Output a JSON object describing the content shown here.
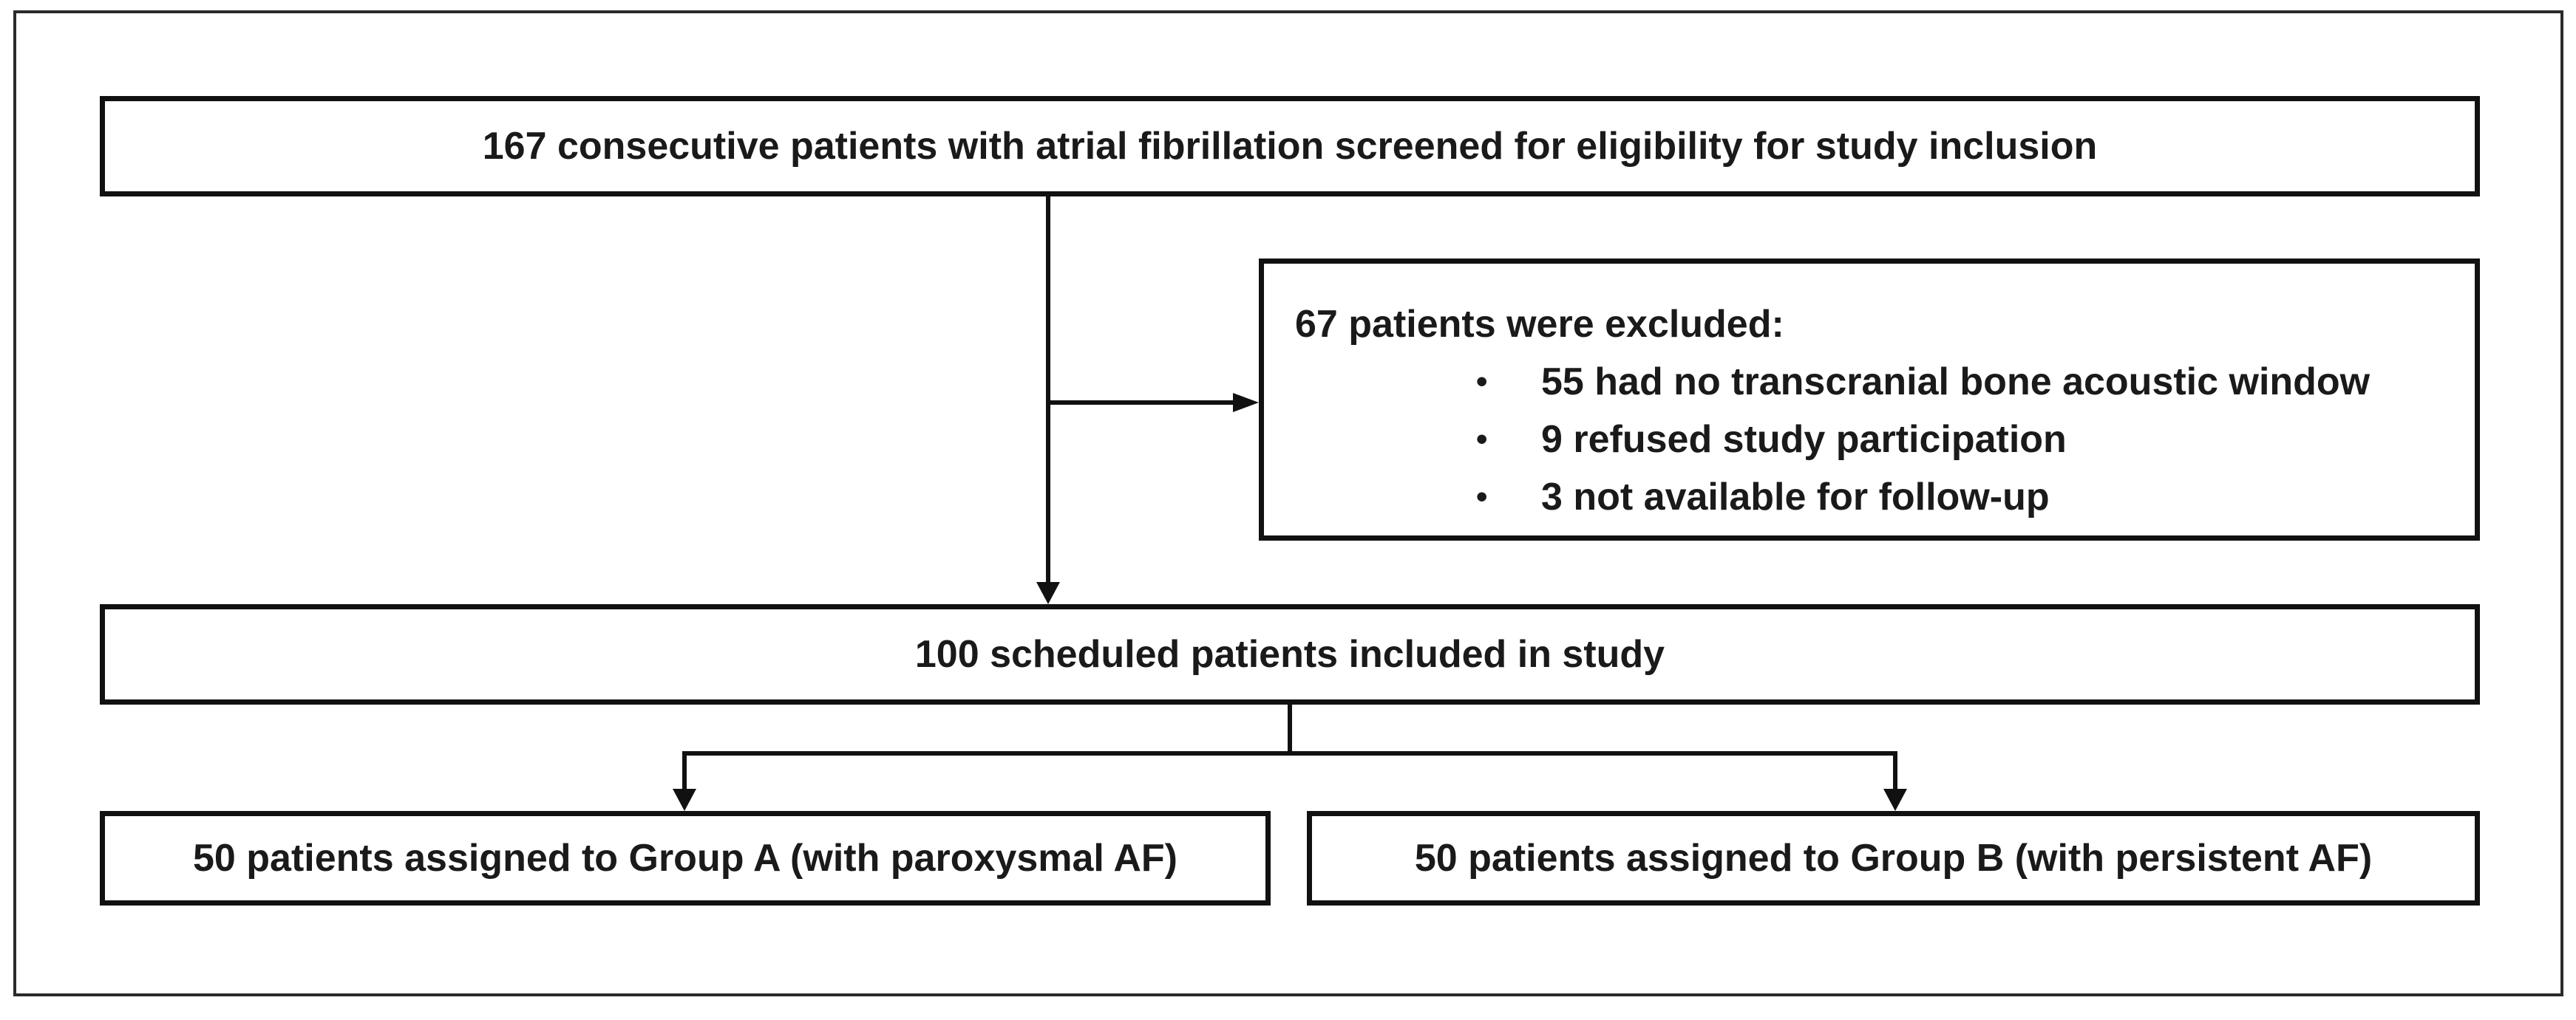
{
  "screened": "167  consecutive patients with atrial fibrillation screened for eligibility for study inclusion",
  "excluded": {
    "title": "67 patients were excluded:",
    "reasons": [
      "55 had no transcranial  bone acoustic window",
      "9 refused study participation",
      "3 not available for follow-up"
    ]
  },
  "included": "100  scheduled patients included in study",
  "group_a": "50 patients assigned to Group A (with paroxysmal AF)",
  "group_b": "50 patients assigned to Group B  (with persistent AF)",
  "bullet_glyph": "•"
}
